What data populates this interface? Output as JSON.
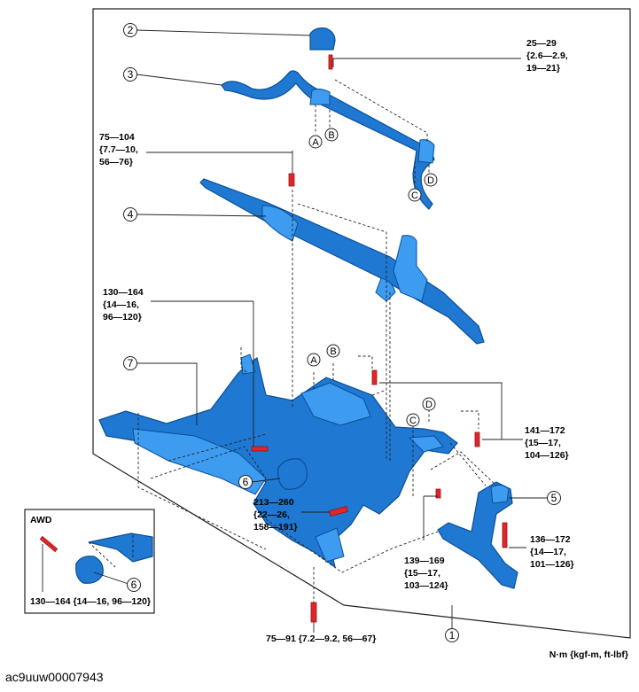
{
  "callouts": {
    "c1": "1",
    "c2": "2",
    "c3": "3",
    "c4": "4",
    "c5": "5",
    "c6": "6",
    "c6b": "6",
    "c7": "7"
  },
  "letters": {
    "a1": "A",
    "b1": "B",
    "c1": "C",
    "d1": "D",
    "a2": "A",
    "b2": "B",
    "c2": "C",
    "d2": "D"
  },
  "torque": {
    "t_25": [
      "25—29",
      "{2.6—2.9,",
      "19—21}"
    ],
    "t_75": [
      "75—104",
      "{7.7—10,",
      "56—76}"
    ],
    "t_130": [
      "130—164",
      "{14—16,",
      "96—120}"
    ],
    "t_141": [
      "141—172",
      "{15—17,",
      "104—126}"
    ],
    "t_213": [
      "213—260",
      "{22—26,",
      "158—191}"
    ],
    "t_136": [
      "136—172",
      "{14—17,",
      "101—126}"
    ],
    "t_139": [
      "139—169",
      "{15—17,",
      "103—124}"
    ],
    "t_awd": "130—164 {14—16, 96—120}",
    "t_bottom": "75—91 {7.2—9.2, 56—67}"
  },
  "inset_title": "AWD",
  "units": "N·m {kgf-m, ft-lbf}",
  "ref_code": "ac9uuw00007943",
  "colors": {
    "part": "#1f78d1",
    "bolt": "#e0262b"
  }
}
